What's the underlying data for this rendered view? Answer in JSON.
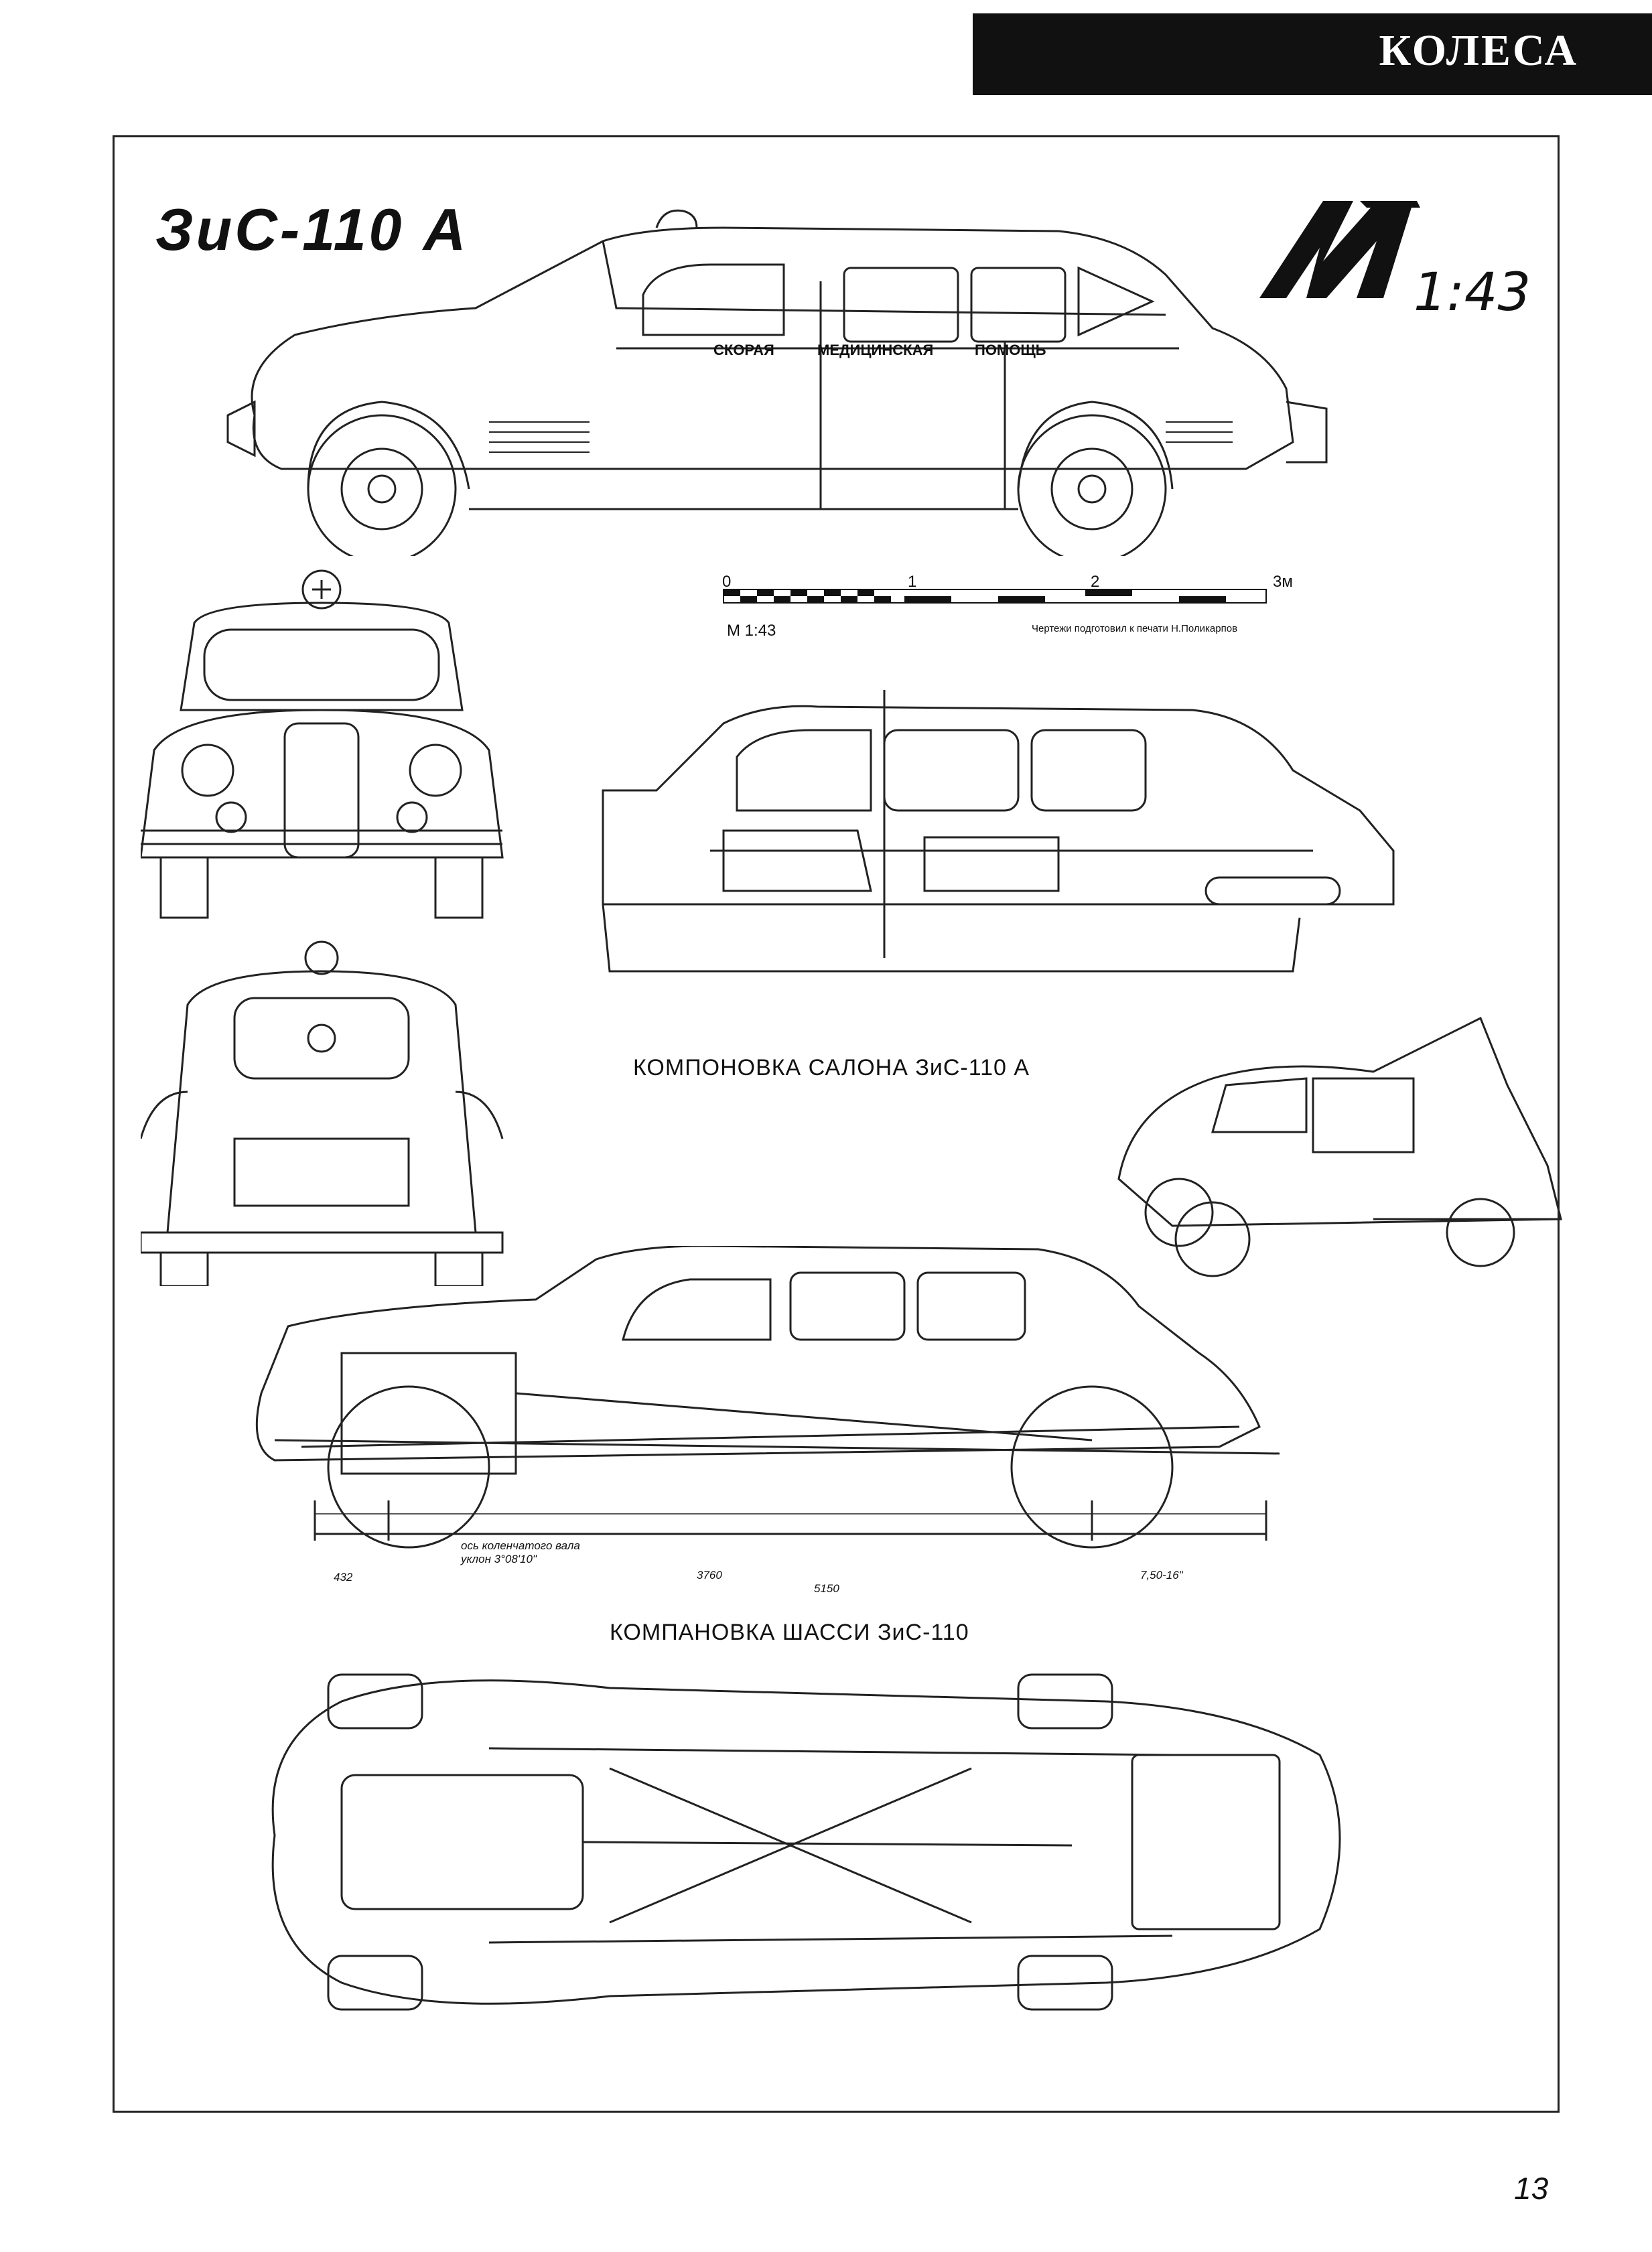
{
  "header": {
    "section_title": "КОЛЕСА"
  },
  "drawing": {
    "model_title": "ЗиС-110 А",
    "logo_scale": "1:43",
    "body_lettering": [
      "СКОРАЯ",
      "МЕДИЦИНСКАЯ",
      "ПОМОЩЬ"
    ],
    "scale_bar": {
      "ticks": [
        "0",
        "1",
        "2",
        "3м"
      ],
      "label": "М 1:43",
      "credit": "Чертежи подготовил к печати Н.Поликарпов"
    },
    "captions": {
      "interior": "КОМПОНОВКА САЛОНА ЗиС-110 А",
      "chassis": "КОМПАНОВКА ШАССИ ЗиС-110"
    },
    "dimensions": {
      "shaft_note_line1": "ось коленчатого вала",
      "shaft_note_line2": "уклон 3°08'10\"",
      "d432": "432",
      "d3760": "3760",
      "d5150": "5150",
      "tyre": "7,50-16\""
    }
  },
  "page_number": "13"
}
